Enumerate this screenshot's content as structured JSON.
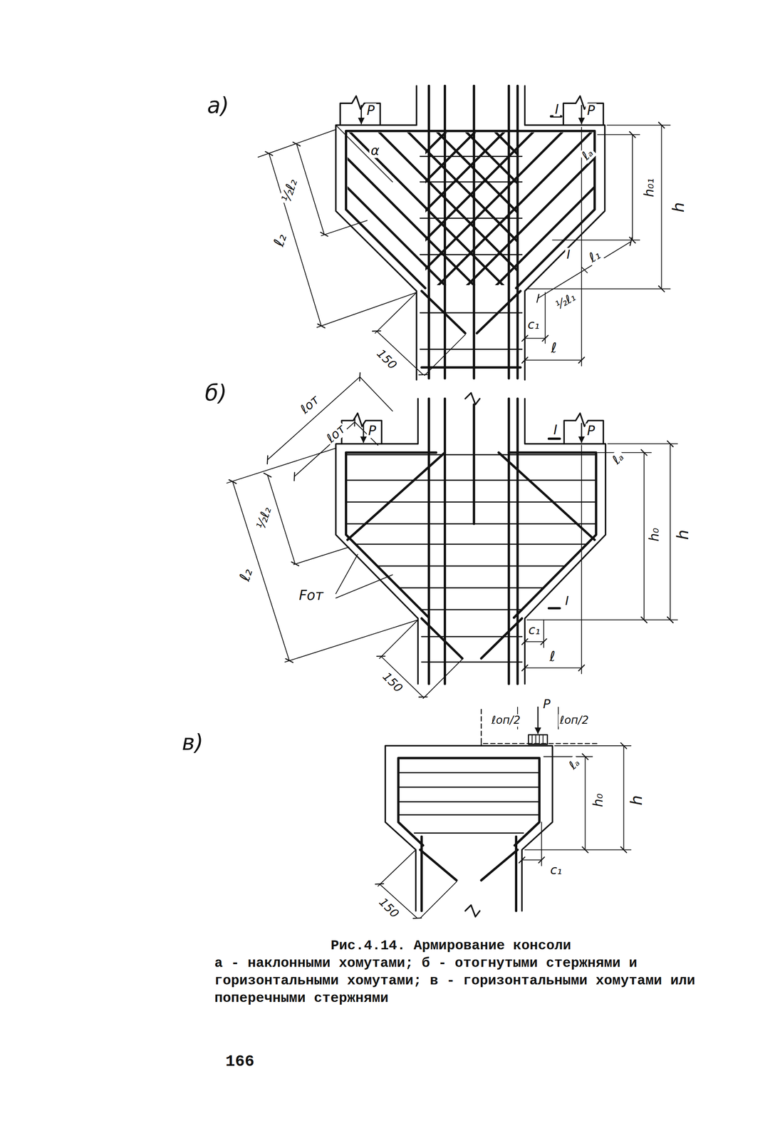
{
  "diagram": {
    "caption": "Рис.4.14. Армирование консоли а - наклонными хомутами; б - отогнутыми стержнями и горизонтальными хомутами; в - горизонтальными хомутами или поперечными стержнями",
    "labels": [
      "а)",
      "P",
      "I",
      "P",
      "α",
      "½ℓ₂",
      "ℓ₂",
      "ℓₐ",
      "h₀₁",
      "h",
      "I",
      "½ℓ₁",
      "ℓ₁",
      "c₁",
      "ℓ",
      "150",
      "б)",
      "ℓот",
      "ℓот",
      "P",
      "I",
      "P",
      "ℓₐ",
      "½ℓ₂",
      "ℓ₂",
      "Fот",
      "h₀",
      "h",
      "I",
      "c₁",
      "ℓ",
      "150",
      "в)",
      "ℓоп/2",
      "P",
      "ℓоп/2",
      "ℓₐ",
      "h₀",
      "h",
      "c₁",
      "150",
      "166"
    ]
  }
}
